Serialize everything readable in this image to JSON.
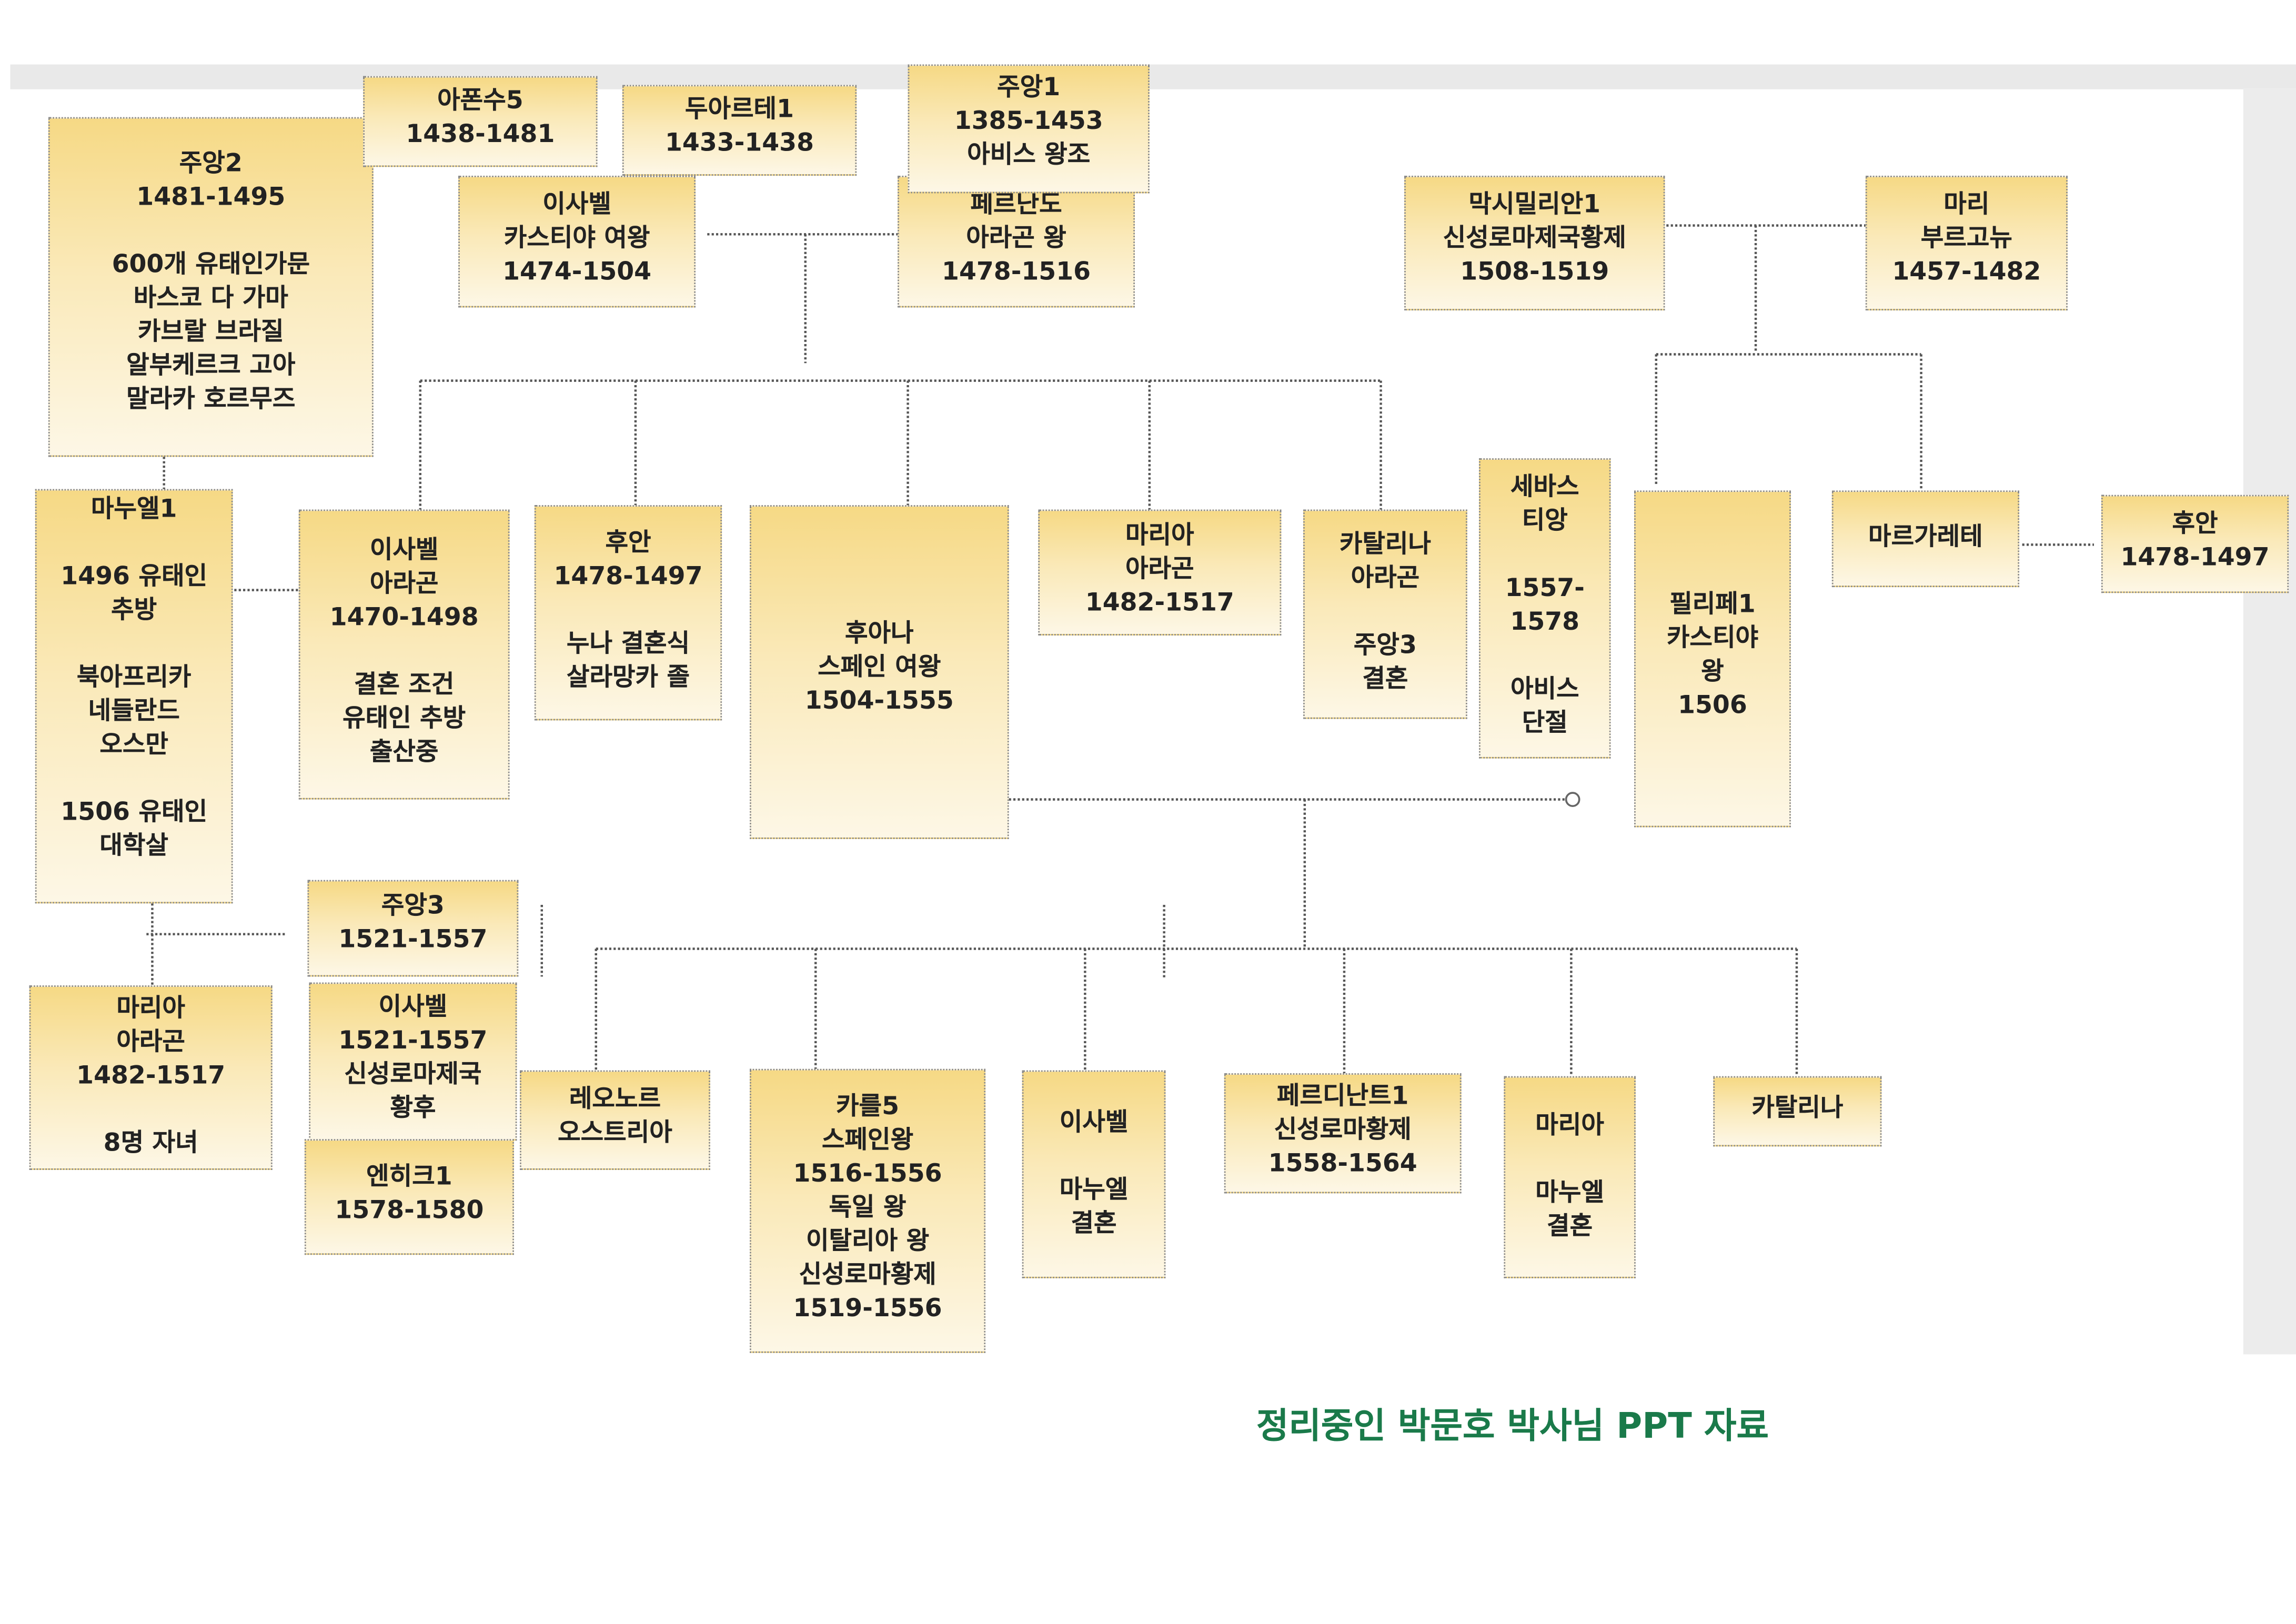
{
  "boxes": {
    "afonso5": {
      "text": "아폰수5\n1438-1481"
    },
    "duarte1": {
      "text": "두아르테1\n1433-1438"
    },
    "joao1": {
      "text": "주앙1\n1385-1453\n아비스 왕조"
    },
    "joao2": {
      "text": "주앙2\n1481-1495\n\n600개 유태인가문\n바스코 다 가마\n카브랄 브라질\n알부케르크 고아\n말라카 호르무즈"
    },
    "isabel_castile": {
      "text": "이사벨\n카스티야 여왕\n1474-1504"
    },
    "fernando": {
      "text": "페르난도\n아라곤 왕\n1478-1516"
    },
    "maximilian1": {
      "text": "막시밀리안1\n신성로마제국황제\n1508-1519"
    },
    "marie_burgundy": {
      "text": "마리\n부르고뉴\n1457-1482"
    },
    "manuel1": {
      "text": "마누엘1\n\n1496 유태인\n추방\n\n북아프리카\n네들란드\n오스만\n\n1506 유태인\n대학살"
    },
    "isabel_aragon": {
      "text": "이사벨\n아라곤\n1470-1498\n\n결혼 조건\n유태인 추방\n출산중"
    },
    "juan": {
      "text": "후안\n1478-1497\n\n누나 결혼식\n살라망카 졸"
    },
    "juana": {
      "text": "후아나\n스페인 여왕\n1504-1555"
    },
    "maria_aragon_top": {
      "text": "마리아\n아라곤\n1482-1517"
    },
    "catalina_aragon": {
      "text": "카탈리나\n아라곤\n\n주앙3\n결혼"
    },
    "sebastiao": {
      "text": "세바스\n티앙\n\n1557-\n1578\n\n아비스\n단절"
    },
    "philip1": {
      "text": "필리페1\n카스티야\n왕\n1506"
    },
    "margarete": {
      "text": "마르가레테"
    },
    "juan_right": {
      "text": "후안\n1478-1497"
    },
    "joao3": {
      "text": "주앙3\n1521-1557"
    },
    "maria_aragon_bottom": {
      "text": "마리아\n아라곤\n1482-1517\n\n8명 자녀"
    },
    "isabel_empress": {
      "text": "이사벨\n1521-1557\n신성로마제국\n황후"
    },
    "henrique1": {
      "text": "엔히크1\n1578-1580"
    },
    "leonor": {
      "text": "레오노르\n오스트리아"
    },
    "charles5": {
      "text": "카를5\n스페인왕\n1516-1556\n독일 왕\n이탈리아 왕\n신성로마황제\n1519-1556"
    },
    "isabel_manuel": {
      "text": "이사벨\n\n마누엘\n결혼"
    },
    "ferdinand1": {
      "text": "페르디난트1\n신성로마황제\n1558-1564"
    },
    "maria_manuel": {
      "text": "마리아\n\n마누엘\n결혼"
    },
    "catalina": {
      "text": "카탈리나"
    }
  },
  "footer": {
    "caption": "정리중인 박문호 박사님 PPT 자료"
  },
  "colors": {
    "box_top": "#f6d985",
    "box_bottom": "#fdf7e6",
    "caption": "#1a7a4a"
  }
}
